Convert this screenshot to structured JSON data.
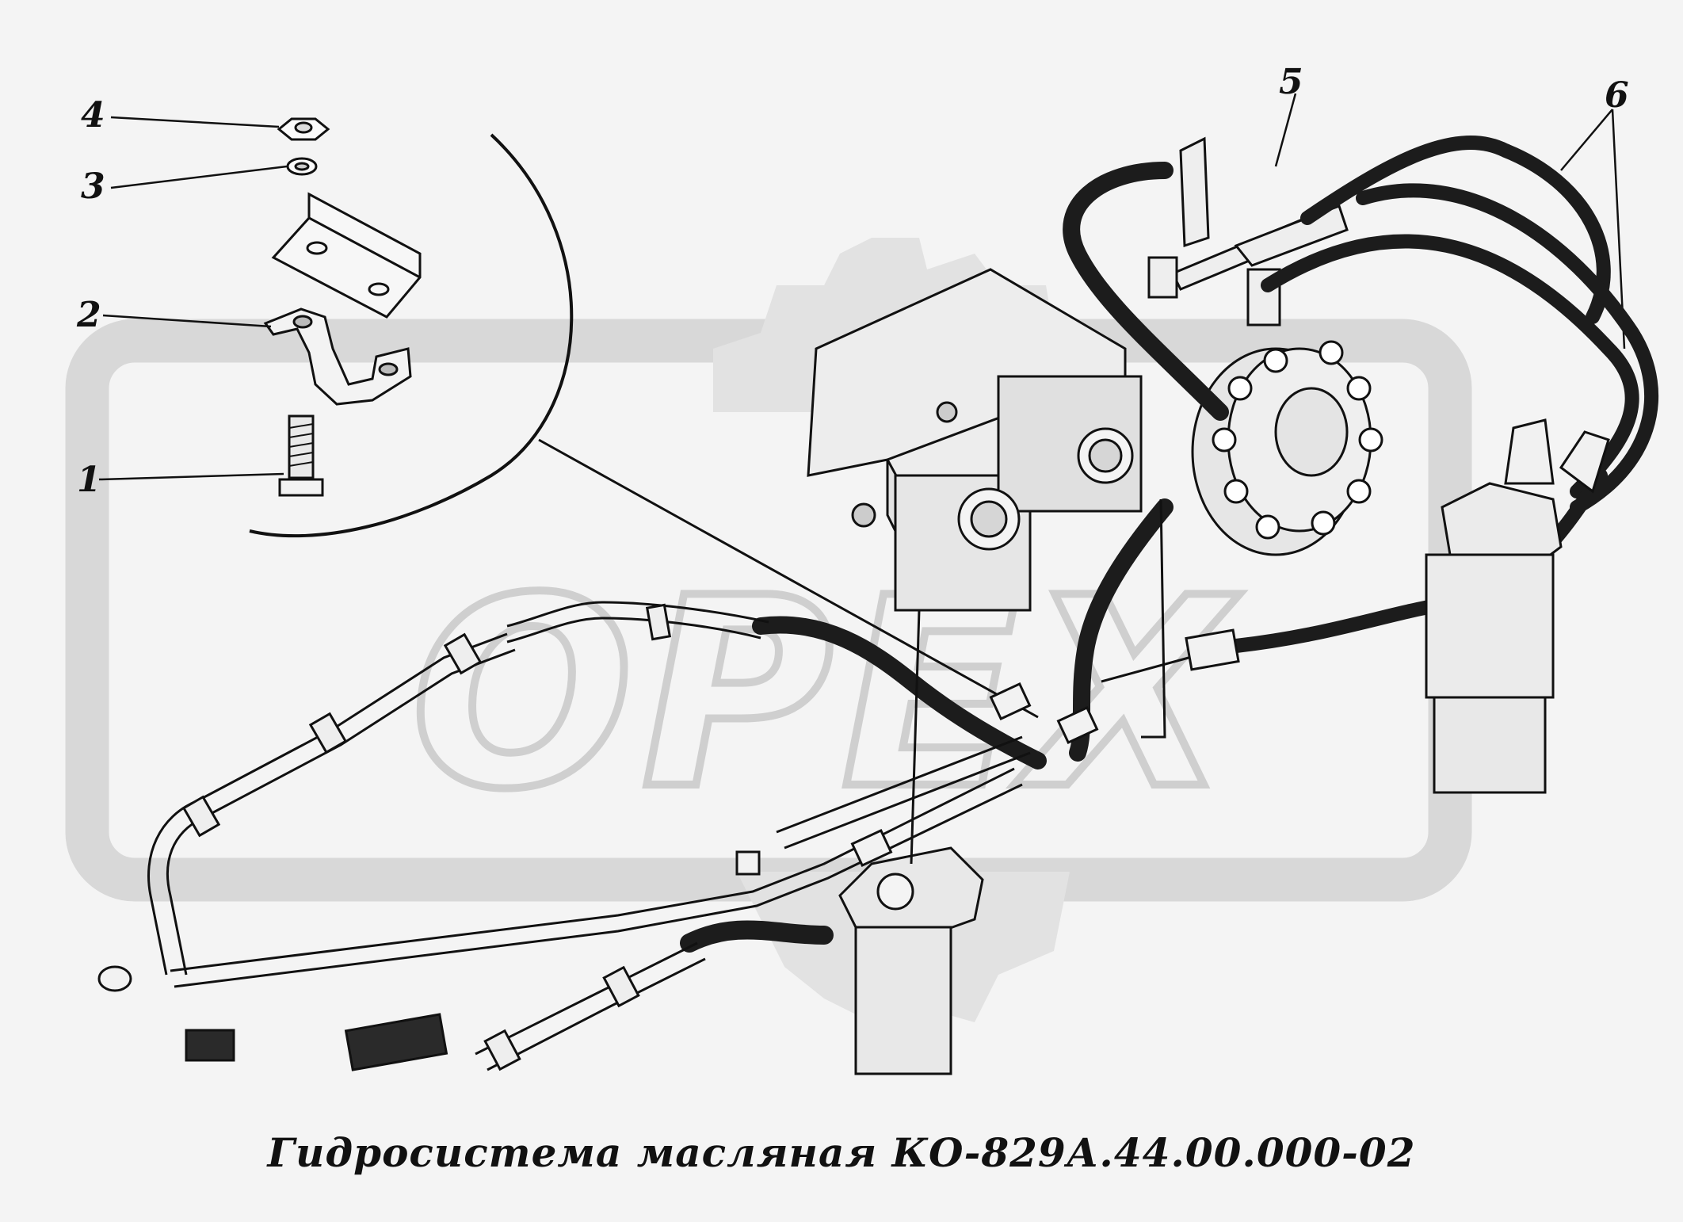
{
  "caption": "Гидросистема масляная КО-829А.44.00.000-02",
  "watermark": "OPEX",
  "callouts": {
    "c1": "1",
    "c2": "2",
    "c3": "3",
    "c4": "4",
    "c5": "5",
    "c6": "6"
  },
  "colors": {
    "background": "#f4f4f4",
    "ink": "#111111",
    "watermark": "#d9d9d9",
    "hose": "#1c1c1c"
  }
}
